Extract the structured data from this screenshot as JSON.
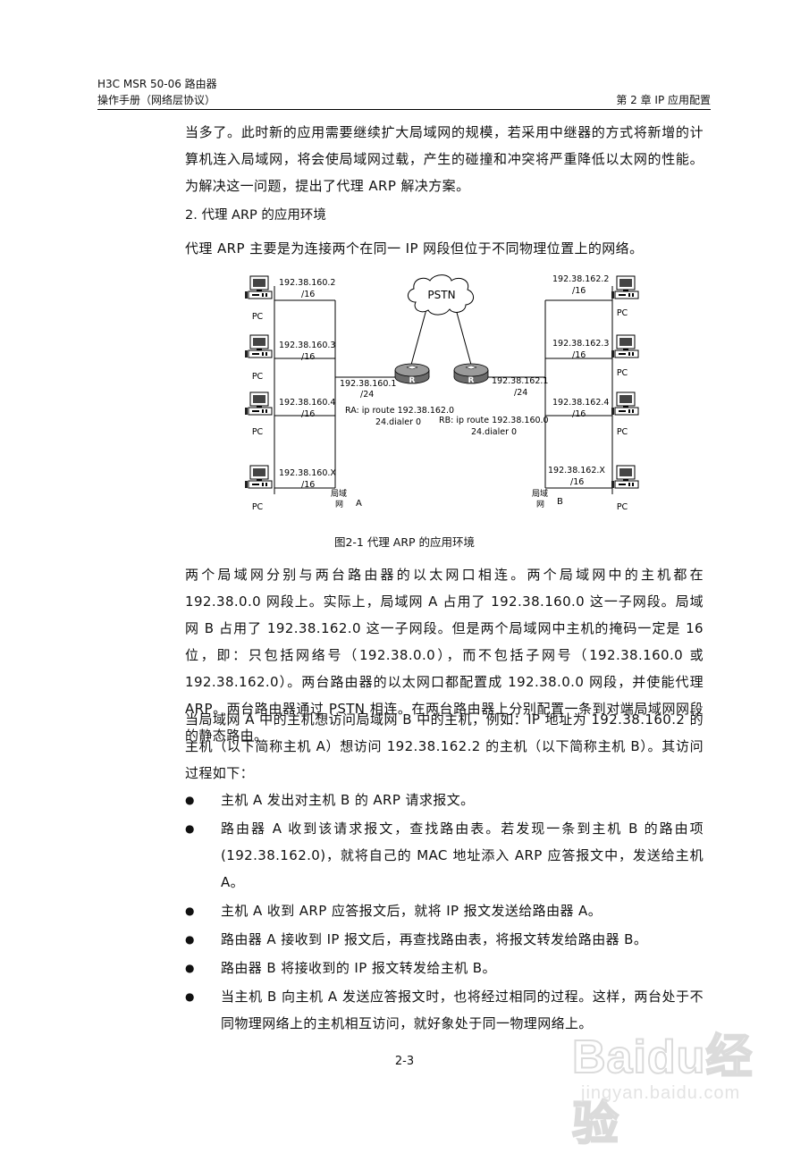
{
  "header": {
    "product": "H3C MSR 50-06 路由器",
    "manual": "操作手册（网络层协议）",
    "chapter": "第 2 章  IP 应用配置"
  },
  "intro_paragraph": "当多了。此时新的应用需要继续扩大局域网的规模，若采用中继器的方式将新增的计算机连入局域网，将会使局域网过载，产生的碰撞和冲突将严重降低以太网的性能。为解决这一问题，提出了代理 ARP 解决方案。",
  "section_title": "2. 代理 ARP 的应用环境",
  "section_intro": "代理 ARP 主要是为连接两个在同一 IP 网段但位于不同物理位置上的网络。",
  "figure": {
    "pstn": "PSTN",
    "router_icon": "router-icon",
    "pc_icon": "pc-icon",
    "pc_label": "PC",
    "left_hosts": [
      {
        "ip": "192.38.160.2",
        "mask": "/16"
      },
      {
        "ip": "192.38.160.3",
        "mask": "/16"
      },
      {
        "ip": "192.38.160.4",
        "mask": "/16"
      },
      {
        "ip": "192.38.160.X",
        "mask": "/16"
      }
    ],
    "right_hosts": [
      {
        "ip": "192.38.162.2",
        "mask": "/16"
      },
      {
        "ip": "192.38.162.3",
        "mask": "/16"
      },
      {
        "ip": "192.38.162.4",
        "mask": "/16"
      },
      {
        "ip": "192.38.162.X",
        "mask": "/16"
      }
    ],
    "ra_if_ip": "192.38.160.1",
    "ra_if_mask": "/24",
    "rb_if_ip": "192.38.162.1",
    "rb_if_mask": "/24",
    "ra_route_1": "RA: ip route 192.38.162.0",
    "ra_route_2": "24.dialer 0",
    "rb_route_1": "RB: ip route 192.38.160.0",
    "rb_route_2": "24.dialer 0",
    "lan_a_1": "局域",
    "lan_a_2": "网",
    "lan_a_letter": "A",
    "lan_b_1": "局域",
    "lan_b_2": "网",
    "lan_b_letter": "B",
    "caption": "图2-1  代理 ARP 的应用环境"
  },
  "paragraph_2": "两个局域网分别与两台路由器的以太网口相连。两个局域网中的主机都在 192.38.0.0 网段上。实际上，局域网 A 占用了 192.38.160.0 这一子网段。局域网 B 占用了 192.38.162.0 这一子网段。但是两个局域网中主机的掩码一定是 16 位，即：只包括网络号（192.38.0.0），而不包括子网号（192.38.160.0 或 192.38.162.0）。两台路由器的以太网口都配置成 192.38.0.0 网段，并使能代理 ARP。两台路由器通过 PSTN 相连。在两台路由器上分别配置一条到对端局域网网段的静态路由。",
  "paragraph_3": "当局域网 A 中的主机想访问局域网 B 中的主机，例如：IP 地址为 192.38.160.2 的主机（以下简称主机 A）想访问 192.38.162.2 的主机（以下简称主机 B）。其访问过程如下：",
  "bullet_symbol": "●",
  "steps": [
    "主机 A 发出对主机 B 的 ARP 请求报文。",
    "路由器 A 收到该请求报文，查找路由表。若发现一条到主机 B 的路由项 (192.38.162.0)，就将自己的 MAC 地址添入 ARP 应答报文中，发送给主机 A。",
    "主机 A 收到 ARP 应答报文后，就将 IP 报文发送给路由器 A。",
    "路由器 A 接收到 IP 报文后，再查找路由表，将报文转发给路由器 B。",
    "路由器 B 将接收到的 IP 报文转发给主机 B。",
    "当主机 B 向主机 A 发送应答报文时，也将经过相同的过程。这样，两台处于不同物理网络上的主机相互访问，就好象处于同一物理网络上。"
  ],
  "page_number": "2-3",
  "watermark": {
    "logo": "Baidu经验",
    "url": "jingyan.baidu.com"
  }
}
